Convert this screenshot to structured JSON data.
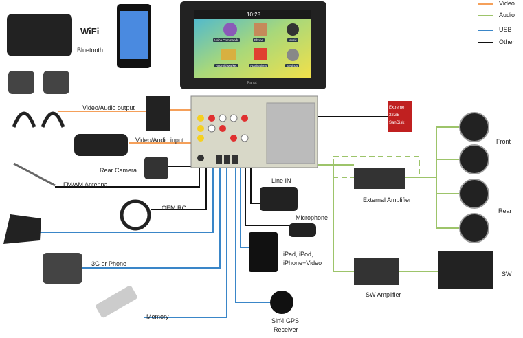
{
  "legend": [
    {
      "label": "Video",
      "color": "#f5a05a"
    },
    {
      "label": "Audio",
      "color": "#9dc46a"
    },
    {
      "label": "USB",
      "color": "#3a86c8"
    },
    {
      "label": "Other",
      "color": "#111111"
    }
  ],
  "head_unit": {
    "clock": "10:28",
    "brand": "Parrot",
    "apps": [
      "Voice Commands",
      "Phone",
      "Music",
      "Android Market",
      "Applications",
      "Settings"
    ]
  },
  "top_devices": {
    "wifi": "WiFi",
    "bluetooth": "Bluetooth",
    "sd_card": "Extreme 32GB SanDisk"
  },
  "labels": {
    "video_audio_output": "Video/Audio output",
    "video_audio_input": "Video/Audio input",
    "rear_camera": "Rear Camera",
    "antenna": "FM/AM Antenna",
    "oem_rc": "OEM RC",
    "phone_3g": "3G or Phone",
    "memory": "Memory",
    "line_in": "Line IN",
    "microphone": "Microphone",
    "ipad": [
      "iPad, iPod,",
      "iPhone+Video"
    ],
    "gps": [
      "Sirf4 GPS",
      "Receiver"
    ],
    "external_amplifier": "External Amplifier",
    "sw_amplifier": "SW Amplifier",
    "front": "Front",
    "rear": "Rear",
    "sw": "SW"
  }
}
